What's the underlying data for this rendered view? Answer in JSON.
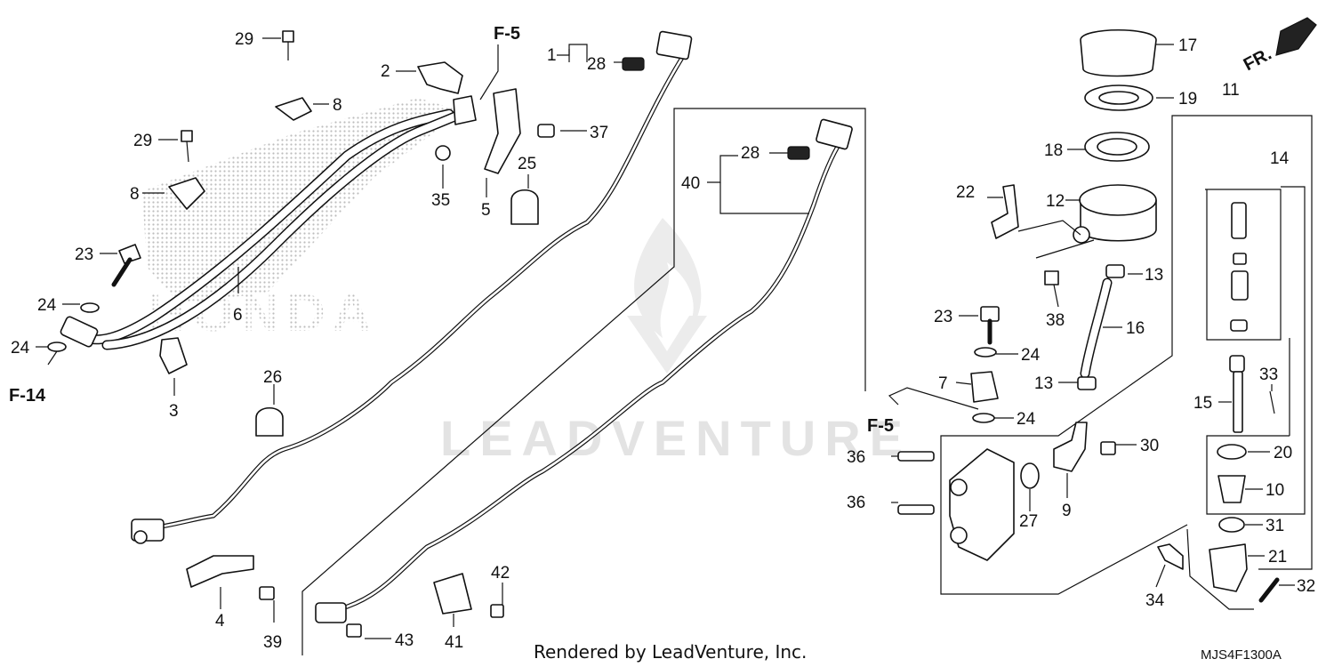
{
  "diagram": {
    "credit": "Rendered by LeadVenture, Inc.",
    "code": "MJS4F1300A",
    "watermark": "LEADVENTURE",
    "logo_text": "HONDA",
    "direction_label": "FR.",
    "refs": [
      "F-5",
      "F-5",
      "F-14"
    ],
    "callouts": [
      "1",
      "2",
      "3",
      "4",
      "5",
      "6",
      "7",
      "8",
      "8",
      "9",
      "10",
      "11",
      "12",
      "13",
      "13",
      "14",
      "15",
      "16",
      "17",
      "18",
      "19",
      "20",
      "21",
      "22",
      "23",
      "23",
      "24",
      "24",
      "24",
      "24",
      "25",
      "26",
      "27",
      "28",
      "28",
      "29",
      "29",
      "30",
      "31",
      "32",
      "33",
      "34",
      "35",
      "36",
      "36",
      "37",
      "38",
      "39",
      "40",
      "41",
      "42",
      "43"
    ]
  }
}
